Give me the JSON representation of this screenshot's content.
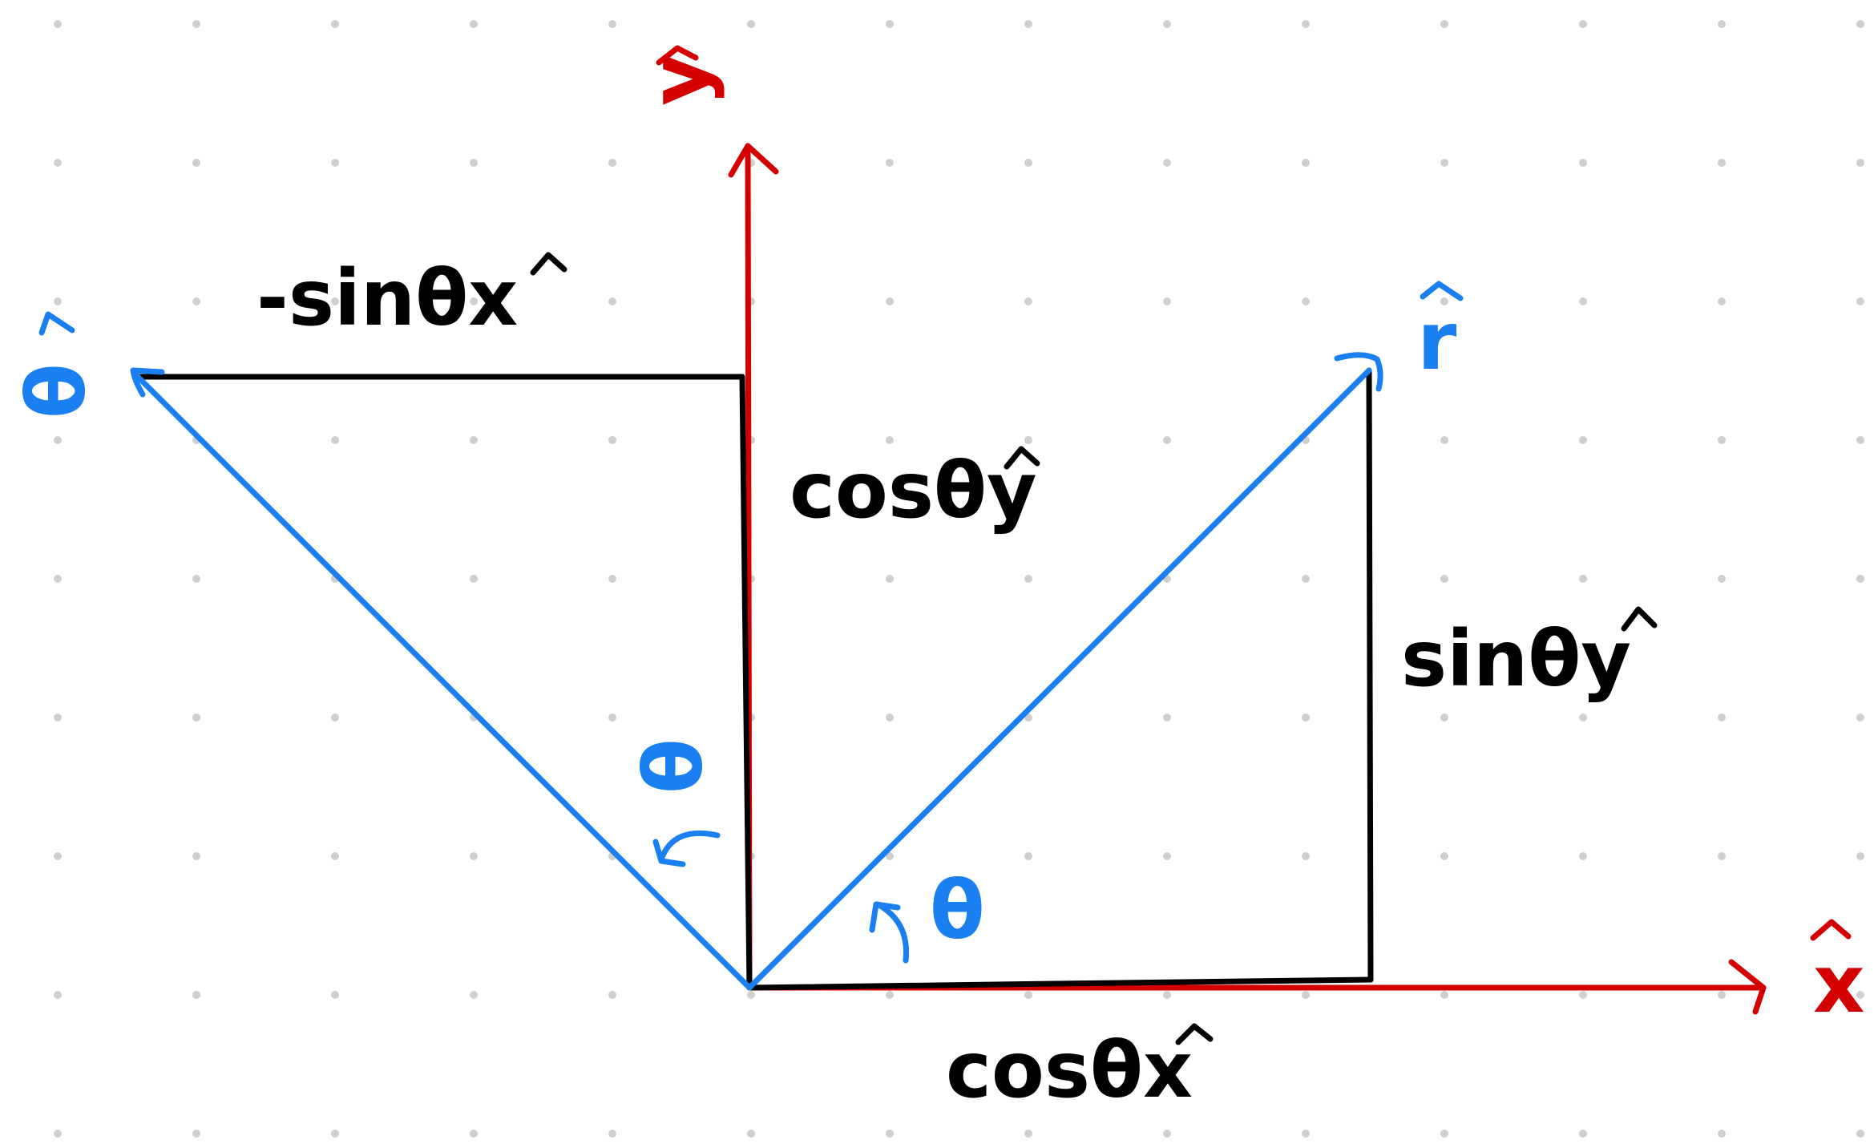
{
  "colors": {
    "axis": "#d40000",
    "vector": "#1a7ff0",
    "component": "#000000",
    "dot_grid": "#cfcfcf",
    "background": "#ffffff"
  },
  "labels": {
    "x_axis": "x",
    "y_axis": "y",
    "r_hat": "r",
    "theta_hat": "θ",
    "angle_r": "θ",
    "angle_theta": "θ",
    "cos_x": "cosθx",
    "sin_y": "sinθy",
    "cos_y": "cosθy",
    "minus_sin_x": "-sinθx"
  },
  "icons": {
    "x_axis_arrow": "arrowhead-right",
    "y_axis_arrow": "arrowhead-up",
    "r_arrow": "arrowhead",
    "theta_arrow": "arrowhead",
    "angle_arc": "curved-arrow"
  }
}
